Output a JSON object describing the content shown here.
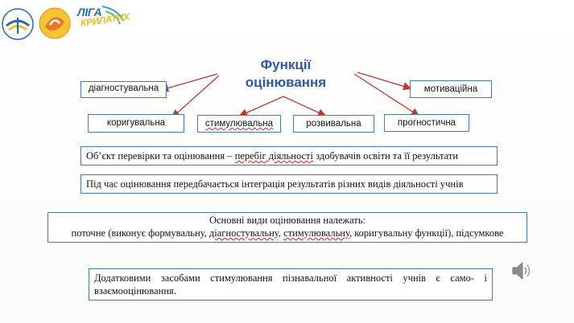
{
  "header": {
    "logo_liga_line1": "ЛІГА",
    "logo_liga_line2": "КРИЛАТИХ"
  },
  "diagram": {
    "title_line1": "Функції",
    "title_line2": "оцінювання",
    "functions": {
      "diagnostic": "діагностувальна",
      "corrective": "коригувальна",
      "stimulating": "стимулювальна",
      "developing": "розвивальна",
      "prognostic": "прогностична",
      "motivational": "мотиваційна"
    }
  },
  "statements": {
    "object_prefix": "Об’єкт перевірки та оцінювання – ",
    "object_underlined": "перебіг діяльності",
    "object_suffix": " здобувачів освіти та її результати",
    "integration": "Під час оцінювання передбачається інтеграція результатів різних видів діяльності учнів",
    "types_heading": "Основні види оцінювання належать:",
    "types_p1": "поточне (виконує формувальну, ",
    "types_diag": "діагностувальну",
    "types_sep": ", ",
    "types_stim": "стимулювальну",
    "types_p2": ", коригувальну функції), підсумкове",
    "additional": "Додатковими засобами стимулювання пізнавальної активності учнів є само- і взаємооцінювання."
  },
  "colors": {
    "title": "#2b5aa8",
    "box_border": "#4a78b5",
    "arrow": "#c0392b",
    "logo_blue": "#1f6fb5",
    "logo_yellow": "#e7c21e"
  },
  "icons": [
    "ukraine-education-logo-icon",
    "sun-swirl-logo-icon",
    "liga-krylatykh-logo-icon",
    "speaker-icon"
  ]
}
